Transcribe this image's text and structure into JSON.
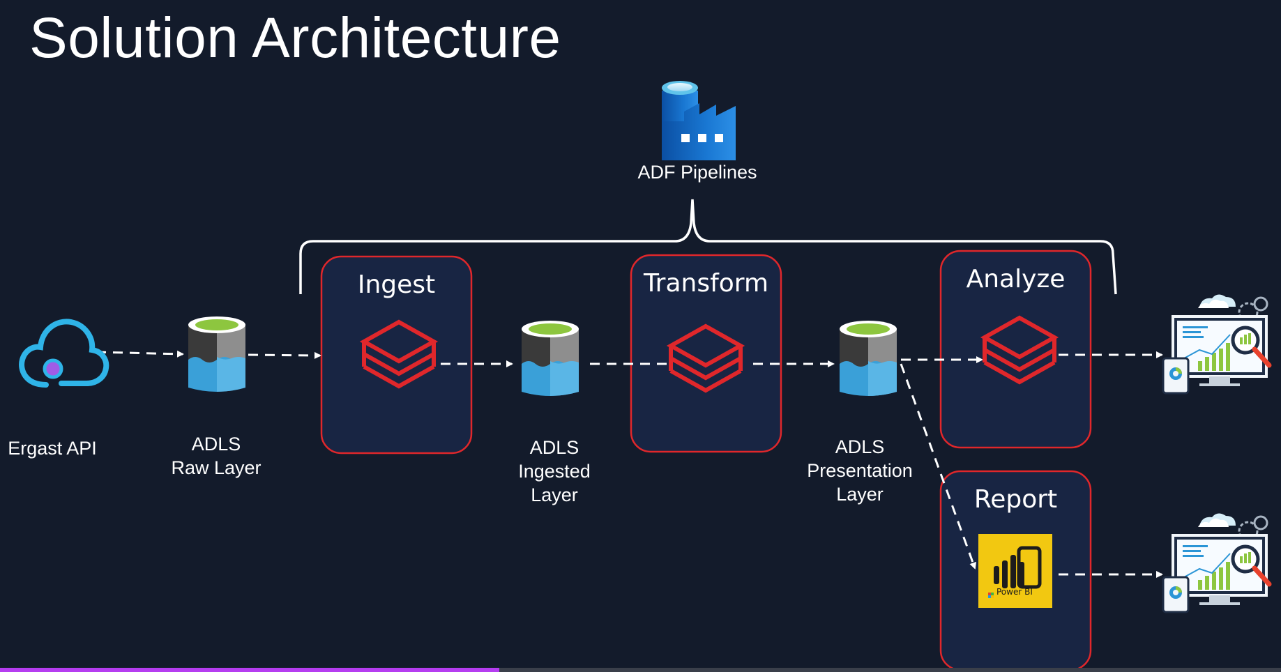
{
  "title": "Solution Architecture",
  "orchestrator": {
    "label": "ADF Pipelines",
    "icon": "data-factory-icon"
  },
  "source": {
    "label": "Ergast API",
    "icon": "cloud-api-icon"
  },
  "stores": {
    "raw": {
      "line1": "ADLS",
      "line2": "Raw Layer",
      "icon": "adls-storage-icon"
    },
    "ingested": {
      "line1": "ADLS",
      "line2": "Ingested",
      "line3": "Layer",
      "icon": "adls-storage-icon"
    },
    "presentation": {
      "line1": "ADLS",
      "line2": "Presentation",
      "line3": "Layer",
      "icon": "adls-storage-icon"
    }
  },
  "stages": {
    "ingest": {
      "label": "Ingest",
      "icon": "databricks-icon"
    },
    "transform": {
      "label": "Transform",
      "icon": "databricks-icon"
    },
    "analyze": {
      "label": "Analyze",
      "icon": "databricks-icon"
    },
    "report": {
      "label": "Report",
      "icon": "power-bi-icon",
      "logo_text": "Power BI"
    }
  },
  "outputs": {
    "icon": "analytics-dashboard-icon"
  },
  "colors": {
    "background": "#131b2b",
    "box_fill": "#182543",
    "box_border": "#e0272b",
    "databricks": "#e0272b",
    "adls_top": "#8dc63f",
    "adls_water": "#3aa0d8",
    "powerbi_bg": "#f2c811",
    "progress": "#b53df0"
  },
  "progress": 0.39
}
